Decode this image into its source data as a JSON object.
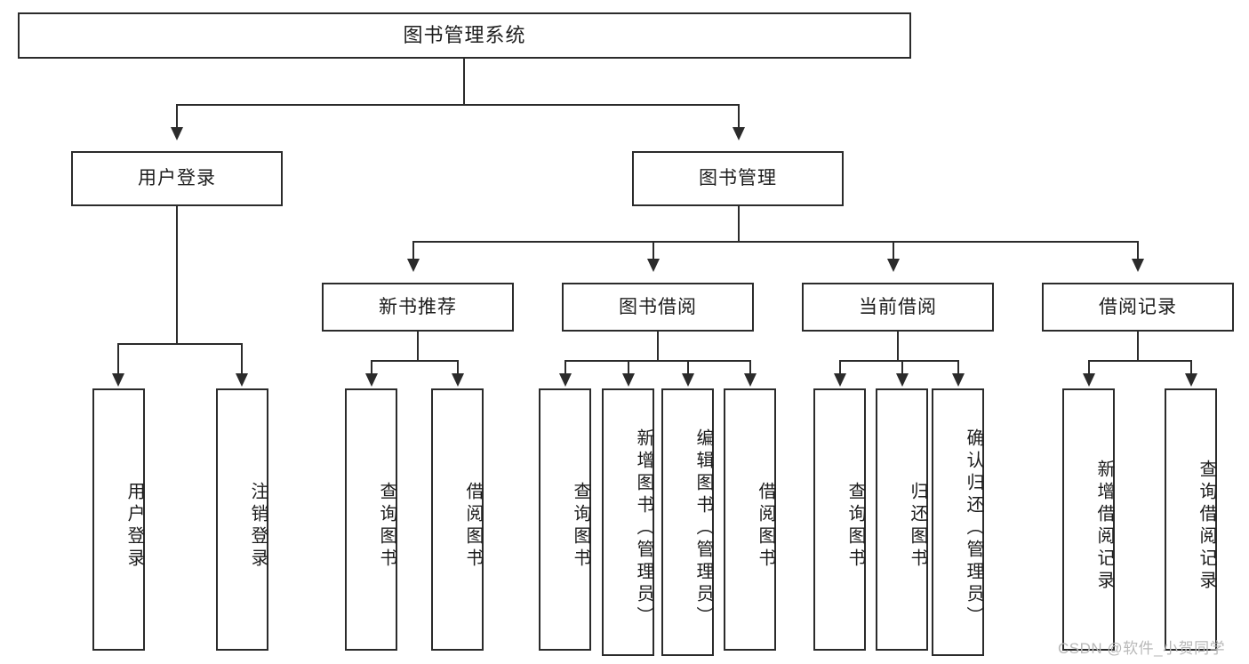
{
  "diagram": {
    "type": "tree",
    "title": "图书管理系统",
    "root": {
      "label": "图书管理系统"
    },
    "level2": [
      {
        "label": "用户登录"
      },
      {
        "label": "图书管理"
      }
    ],
    "level3": [
      {
        "label": "新书推荐"
      },
      {
        "label": "图书借阅"
      },
      {
        "label": "当前借阅"
      },
      {
        "label": "借阅记录"
      }
    ],
    "leaves": {
      "user_login": [
        {
          "label": "用户登录"
        },
        {
          "label": "注销登录"
        }
      ],
      "new_book_recommend": [
        {
          "label": "查询图书"
        },
        {
          "label": "借阅图书"
        }
      ],
      "book_borrow": [
        {
          "label": "查询图书"
        },
        {
          "label": "新增图书（管理员）"
        },
        {
          "label": "编辑图书（管理员）"
        },
        {
          "label": "借阅图书"
        }
      ],
      "current_borrow": [
        {
          "label": "查询图书"
        },
        {
          "label": "归还图书"
        },
        {
          "label": "确认归还（管理员）"
        }
      ],
      "borrow_record": [
        {
          "label": "新增借阅记录"
        },
        {
          "label": "查询借阅记录"
        }
      ]
    }
  },
  "watermark": {
    "text": "CSDN @软件_小贺同学"
  },
  "colors": {
    "stroke": "#2b2b2b",
    "fill": "#ffffff",
    "text": "#1d1d1d",
    "watermark": "#b8b8b8"
  }
}
